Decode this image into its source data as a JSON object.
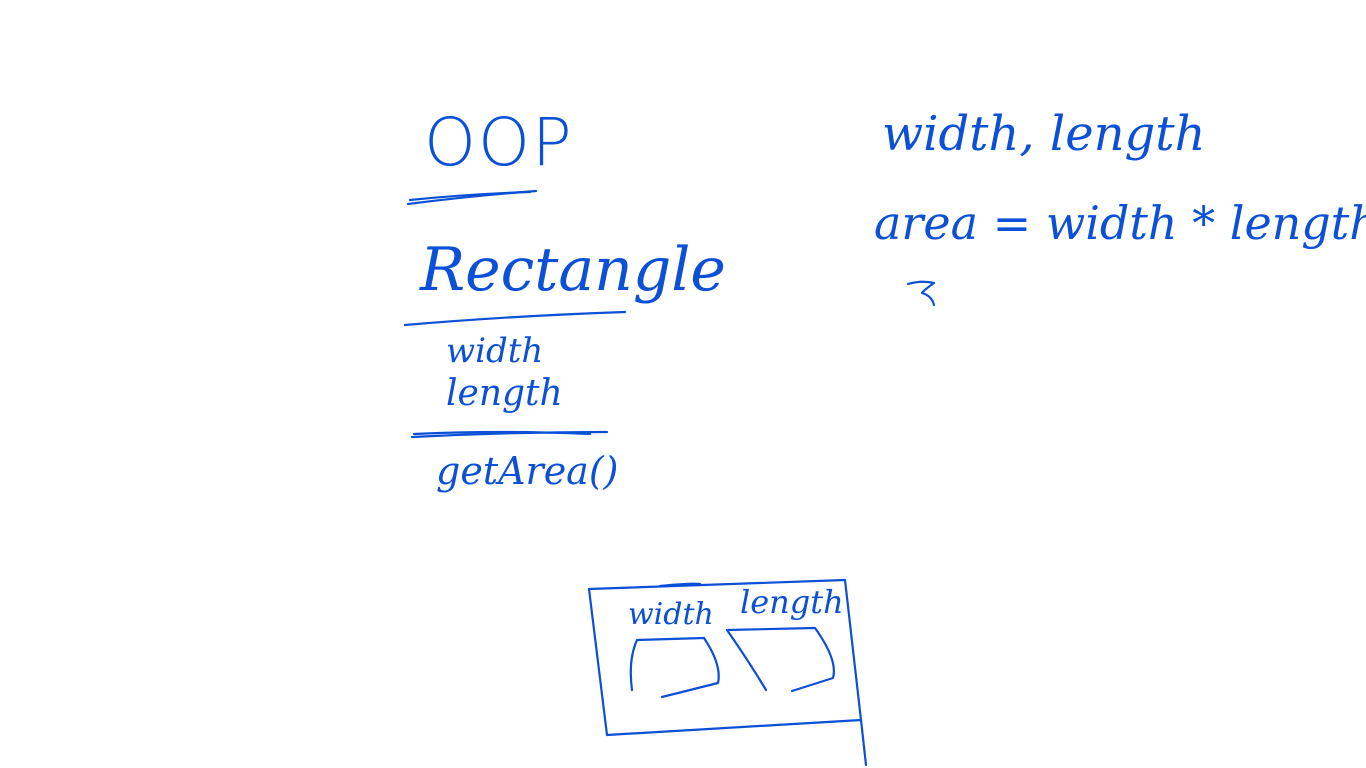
{
  "ink_color": "#0b50d6",
  "background_color": "#ffffff",
  "heading": {
    "text": "OOP"
  },
  "class_box": {
    "name": "Rectangle",
    "attributes": [
      "width",
      "length"
    ],
    "methods": [
      "getArea()"
    ]
  },
  "notes": {
    "fields_line": "width, length",
    "formula": "area = width * length"
  },
  "object_sketch": {
    "fields": [
      "width",
      "length"
    ]
  }
}
